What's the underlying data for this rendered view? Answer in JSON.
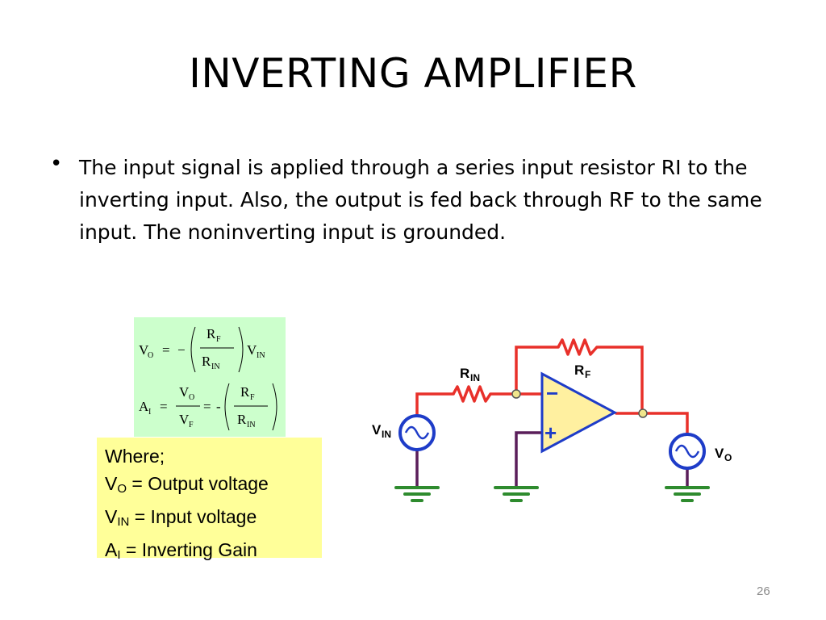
{
  "slide": {
    "title": "INVERTING AMPLIFIER",
    "bullet": "The input signal is applied through a series input resistor RI to the inverting input. Also, the output is fed back through RF to the same input. The noninverting input is grounded.",
    "page_number": "26"
  },
  "formulas": {
    "vo": "V",
    "vo_sub": "O",
    "eq": "=",
    "minus": "−",
    "rf": "R",
    "rf_sub": "F",
    "rin": "R",
    "rin_sub": "IN",
    "vin": "V",
    "vin_sub": "IN",
    "ai": "A",
    "ai_sub": "I",
    "neg": "-"
  },
  "legend": {
    "heading": "Where;",
    "items": [
      {
        "sym": "V",
        "sub": "O",
        "text": " = Output voltage"
      },
      {
        "sym": "V",
        "sub": "IN",
        "text": " = Input voltage"
      },
      {
        "sym": "A",
        "sub": "I",
        "text": " = Inverting Gain"
      }
    ]
  },
  "circuit": {
    "rin_label": "R",
    "rin_sub": "IN",
    "rf_label": "R",
    "rf_sub": "F",
    "vin_label": "V",
    "vin_sub": "IN",
    "vo_label": "V",
    "vo_sub": "O",
    "minus_sign": "−",
    "plus_sign": "+",
    "colors": {
      "wire_red": "#e8302a",
      "wire_purple": "#5a1e5a",
      "ground_green": "#2e8b2e",
      "source_blue": "#1e3cc8",
      "opamp_fill": "#fff0a0",
      "opamp_stroke": "#1e3cc8",
      "node_fill": "#f0e68c"
    }
  }
}
